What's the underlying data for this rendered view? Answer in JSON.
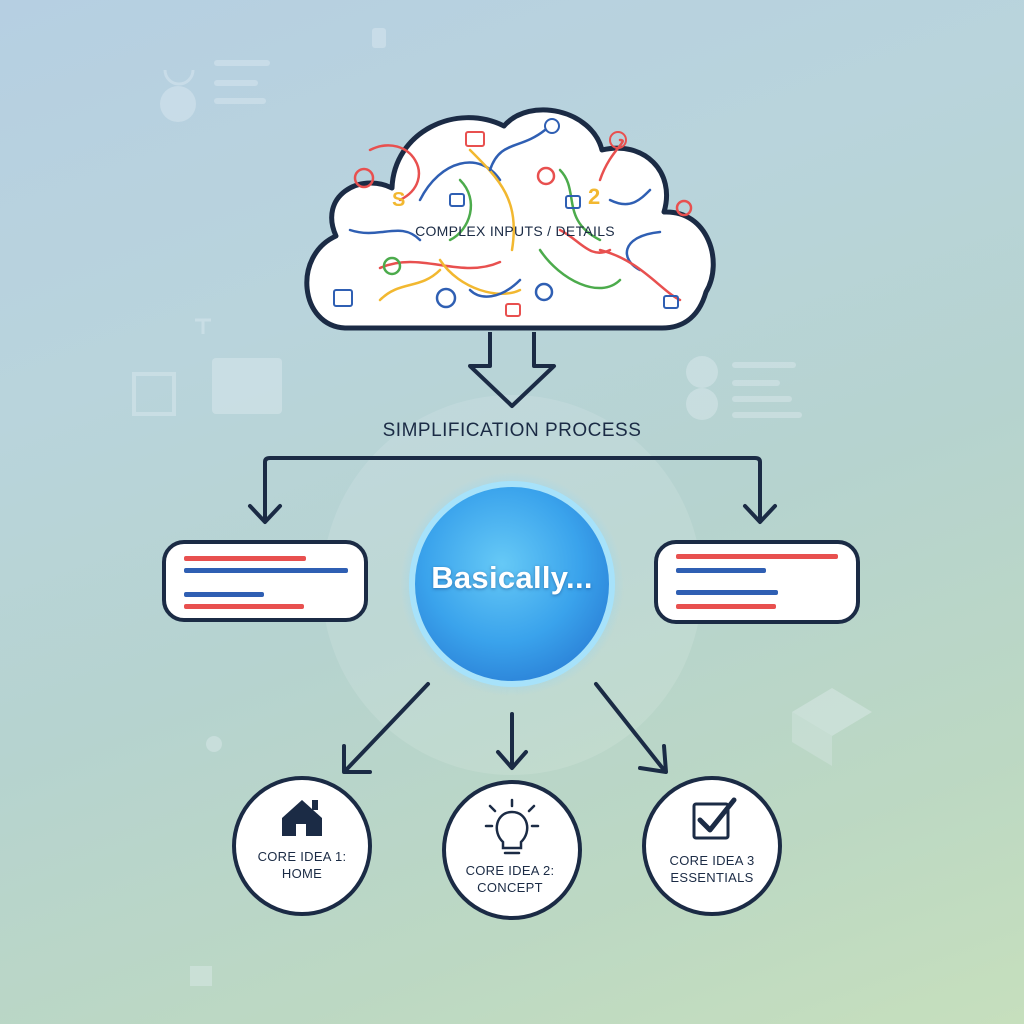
{
  "diagram": {
    "cloud_label": "COMPLEX INPUTS / DETAILS",
    "process_label": "SIMPLIFICATION PROCESS",
    "core_label": "Basically...",
    "ideas": [
      {
        "label": "CORE IDEA 1:\nHOME",
        "icon": "home-icon"
      },
      {
        "label": "CORE IDEA 2:\nCONCEPT",
        "icon": "lightbulb-icon"
      },
      {
        "label": "CORE IDEA 3\nESSENTIALS",
        "icon": "checkbox-icon"
      }
    ]
  },
  "colors": {
    "outline": "#1b2b45",
    "accent_red": "#e8504f",
    "accent_blue": "#2f5fb3",
    "core_blue": "#3aa3ec",
    "card_fill": "#ffffff"
  }
}
